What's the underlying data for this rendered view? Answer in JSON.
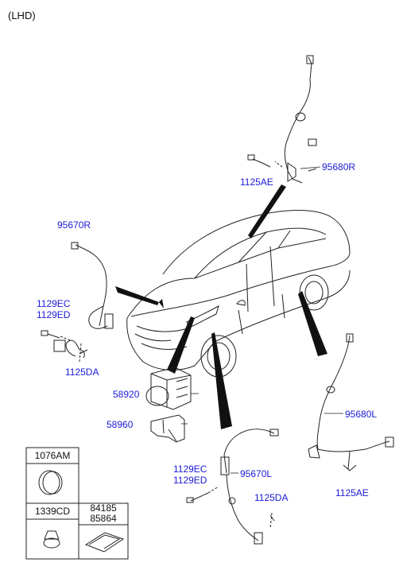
{
  "header": {
    "text": "(LHD)"
  },
  "callouts": {
    "c95680R_rear": "95680R",
    "c1125AE_top": "1125AE",
    "c95670R": "95670R",
    "c1129EC_a": "1129EC",
    "c1129ED_a": "1129ED",
    "c1125DA_a": "1125DA",
    "c58920": "58920",
    "c58960": "58960",
    "c95680L": "95680L",
    "c1125AE_bot": "1125AE",
    "c1129EC_b": "1129EC",
    "c1129ED_b": "1129ED",
    "c95670L": "95670L",
    "c1125DA_b": "1125DA"
  },
  "parts_table": {
    "cell_1": "1076AM",
    "cell_2": "1339CD",
    "cell_3a": "84185",
    "cell_3b": "85864"
  },
  "colors": {
    "callout": "#1a1ad6",
    "line": "#222222",
    "leader": "#111111"
  }
}
